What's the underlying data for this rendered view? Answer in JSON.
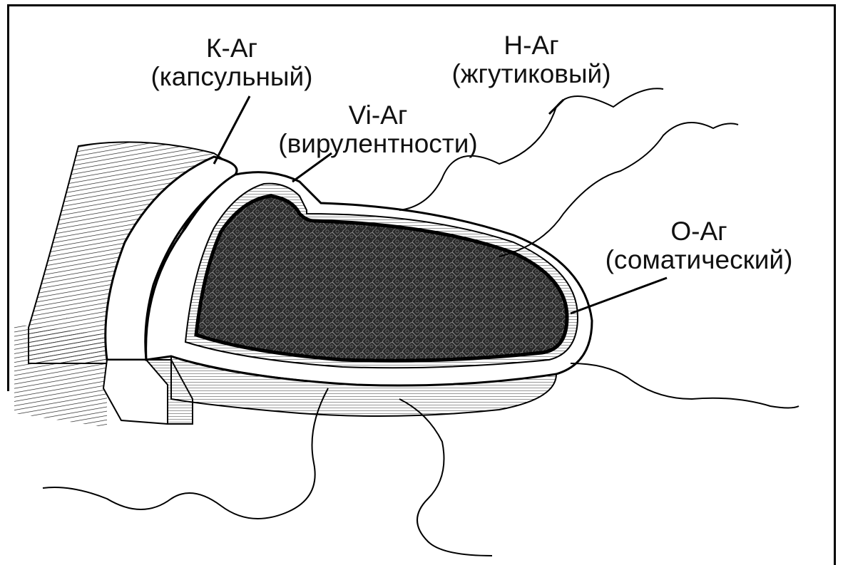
{
  "labels": {
    "k_antigen": {
      "name": "К-Аг",
      "desc": "(капсульный)"
    },
    "vi_antigen": {
      "name": "Vi-Аг",
      "desc": "(вирулентности)"
    },
    "h_antigen": {
      "name": "Н-Аг",
      "desc": "(жгутиковый)"
    },
    "o_antigen": {
      "name": "О-Аг",
      "desc": "(соматический)"
    }
  },
  "colors": {
    "ink": "#111111",
    "paper": "#ffffff"
  }
}
